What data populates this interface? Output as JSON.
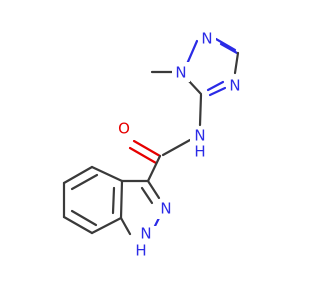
{
  "molecule": {
    "colors": {
      "carbon": "#3a3a3a",
      "nitrogen": "#2b2be6",
      "oxygen": "#e60000"
    },
    "labels": {
      "methyl": "—",
      "n1_triazole": "N",
      "n2_triazole": "N",
      "n4_triazole": "N",
      "amide_nh": "NH",
      "amide_o": "O",
      "indazole_n2": "N",
      "indazole_nh": "NH"
    },
    "label_parts": {
      "amide_h": "H",
      "indazole_h": "H"
    }
  }
}
